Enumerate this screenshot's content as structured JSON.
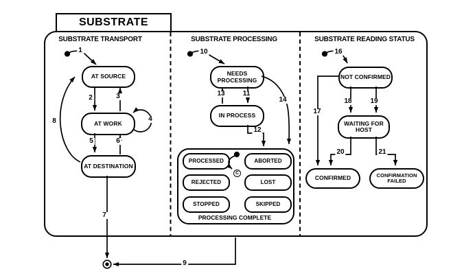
{
  "title": "SUBSTRATE",
  "sections": {
    "transport": {
      "heading": "SUBSTRATE TRANSPORT",
      "states": {
        "at_source": "AT SOURCE",
        "at_work": "AT WORK",
        "at_destination": "AT DESTINATION"
      }
    },
    "processing": {
      "heading": "SUBSTRATE PROCESSING",
      "states": {
        "needs_processing": "NEEDS PROCESSING",
        "in_process": "IN PROCESS"
      },
      "complete_group": {
        "label": "PROCESSING COMPLETE",
        "connector": "C",
        "states": {
          "processed": "PROCESSED",
          "aborted": "ABORTED",
          "rejected": "REJECTED",
          "lost": "LOST",
          "stopped": "STOPPED",
          "skipped": "SKIPPED"
        }
      }
    },
    "reading": {
      "heading": "SUBSTRATE READING STATUS",
      "states": {
        "not_confirmed": "NOT CONFIRMED",
        "waiting_for_host": "WAITING FOR HOST",
        "confirmed": "CONFIRMED",
        "confirmation_failed": "CONFIRMATION FAILED"
      }
    }
  },
  "transitions": {
    "t1": "1",
    "t2": "2",
    "t3": "3",
    "t4": "4",
    "t5": "5",
    "t6": "6",
    "t7": "7",
    "t8": "8",
    "t9": "9",
    "t10": "10",
    "t11": "11",
    "t12": "12",
    "t13": "13",
    "t14": "14",
    "t16": "16",
    "t17": "17",
    "t18": "18",
    "t19": "19",
    "t20": "20",
    "t21": "21"
  },
  "symbols": {
    "initial_state_dot": "filled-dot",
    "final_state": "bullseye"
  },
  "colors": {
    "line": "#000000",
    "background": "#ffffff"
  }
}
